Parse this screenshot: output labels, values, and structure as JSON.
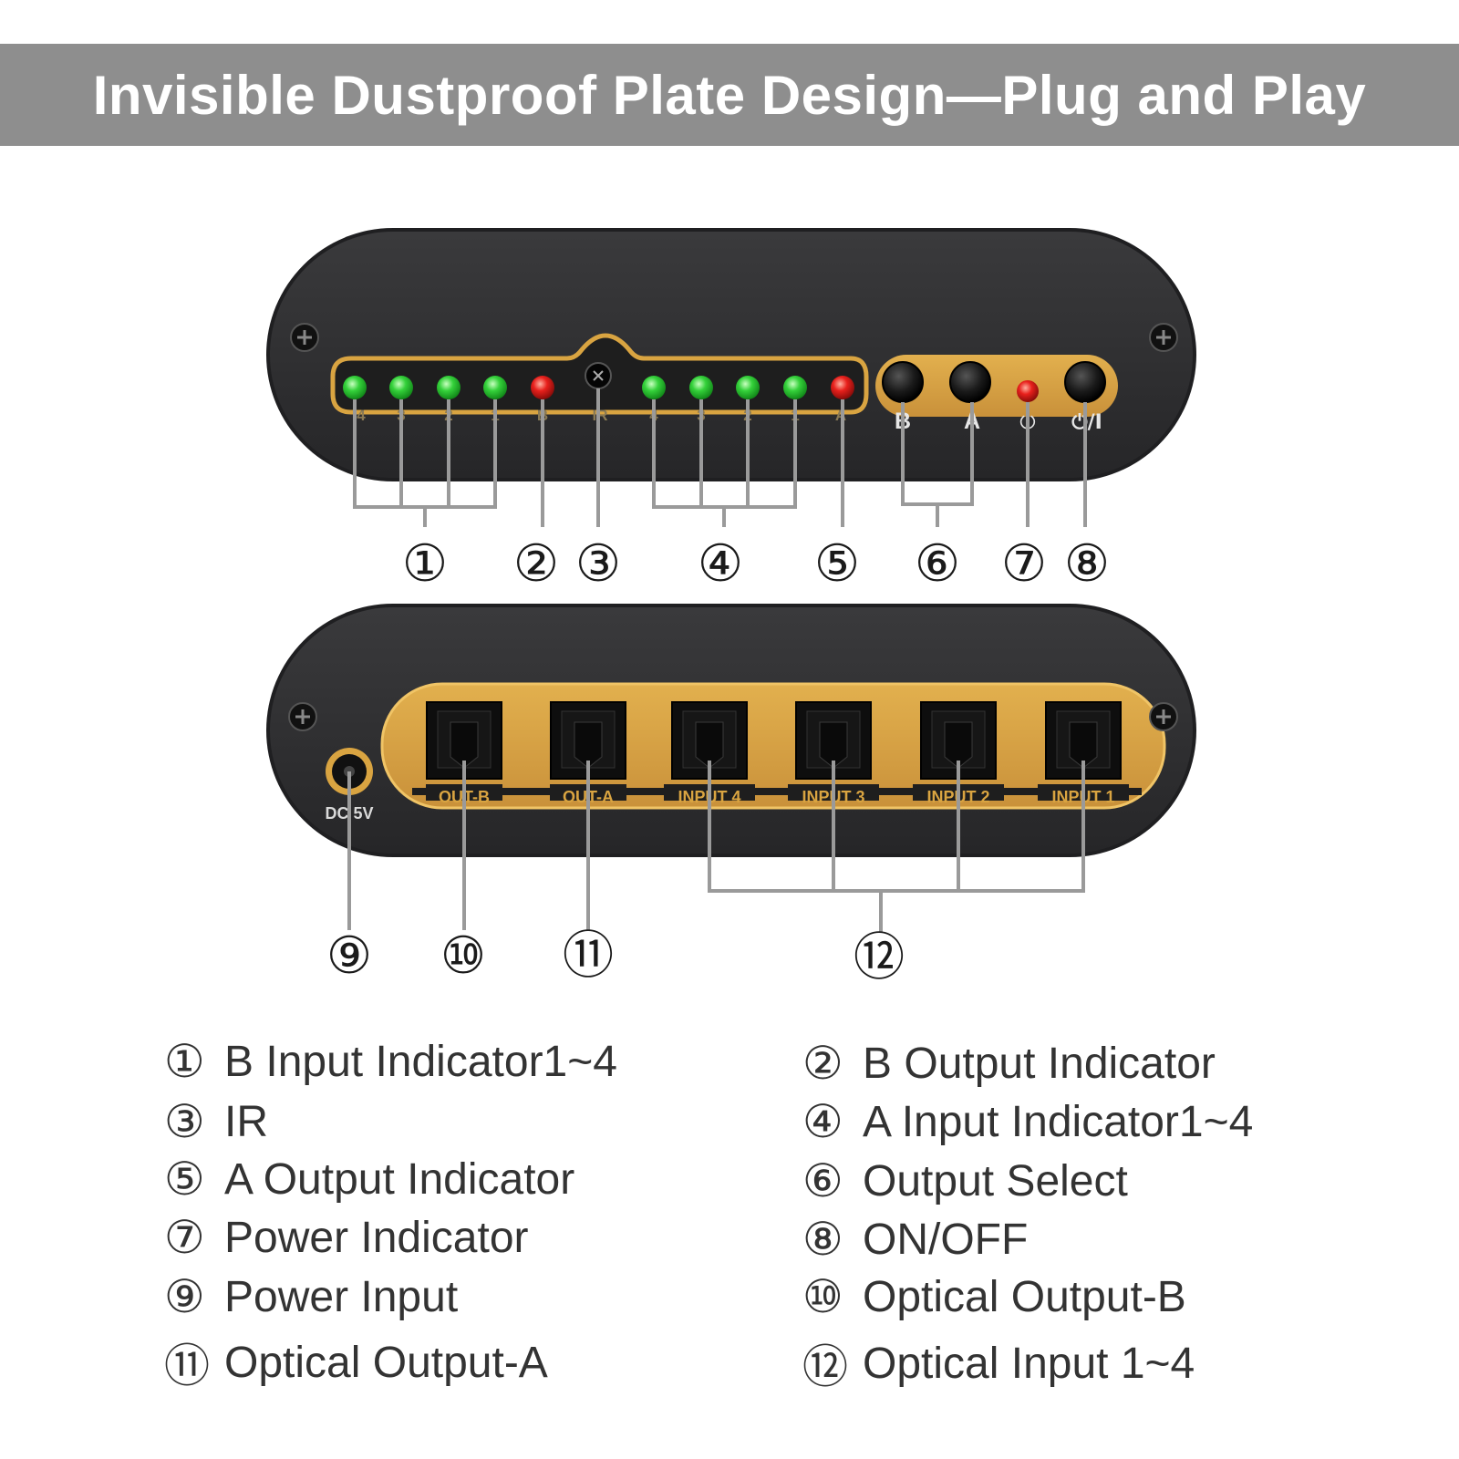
{
  "banner": {
    "title": "Invisible Dustproof Plate Design—Plug and Play"
  },
  "colors": {
    "banner_bg": "#8e8e8e",
    "device_body": "#2d2d2d",
    "gold_panel": "#d9a441",
    "led_green": "#34d13a",
    "led_red": "#e8201c",
    "callout_line": "#9a9a9a"
  },
  "front_panel": {
    "led_labels_b": [
      "4",
      "3",
      "2",
      "1"
    ],
    "b_label": "B",
    "ir_label": "IR",
    "led_labels_a": [
      "4",
      "3",
      "2",
      "1"
    ],
    "a_label": "A",
    "button_b": "B",
    "button_a": "A",
    "power_symbol": "⏻",
    "onoff_label": "⏻/I"
  },
  "rear_panel": {
    "dc_label": "DC 5V",
    "ports": [
      "OUT-B",
      "OUT-A",
      "INPUT 4",
      "INPUT 3",
      "INPUT 2",
      "INPUT 1"
    ]
  },
  "callouts": {
    "front": [
      "①",
      "②",
      "③",
      "④",
      "⑤",
      "⑥",
      "⑦",
      "⑧"
    ],
    "rear": [
      "⑨",
      "⑩",
      "⑪",
      "⑫"
    ]
  },
  "legend": [
    {
      "num": "①",
      "text": "B Input Indicator1~4"
    },
    {
      "num": "②",
      "text": "B Output Indicator"
    },
    {
      "num": "③",
      "text": "IR"
    },
    {
      "num": "④",
      "text": "A Input Indicator1~4"
    },
    {
      "num": "⑤",
      "text": "A Output Indicator"
    },
    {
      "num": "⑥",
      "text": "Output Select"
    },
    {
      "num": "⑦",
      "text": "Power Indicator"
    },
    {
      "num": "⑧",
      "text": "ON/OFF"
    },
    {
      "num": "⑨",
      "text": "Power Input"
    },
    {
      "num": "⑩",
      "text": "Optical Output-B"
    },
    {
      "num": "⑪",
      "text": "Optical Output-A"
    },
    {
      "num": "⑫",
      "text": "Optical Input 1~4"
    }
  ]
}
